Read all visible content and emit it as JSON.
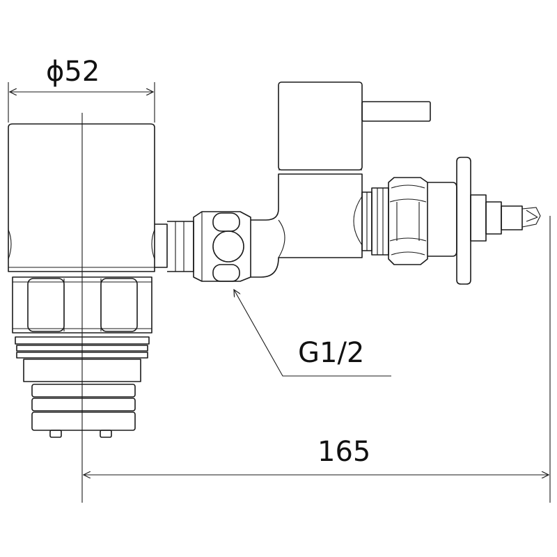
{
  "dimensions": {
    "diameter": "ϕ52",
    "length": "165",
    "thread": "G1/2"
  }
}
